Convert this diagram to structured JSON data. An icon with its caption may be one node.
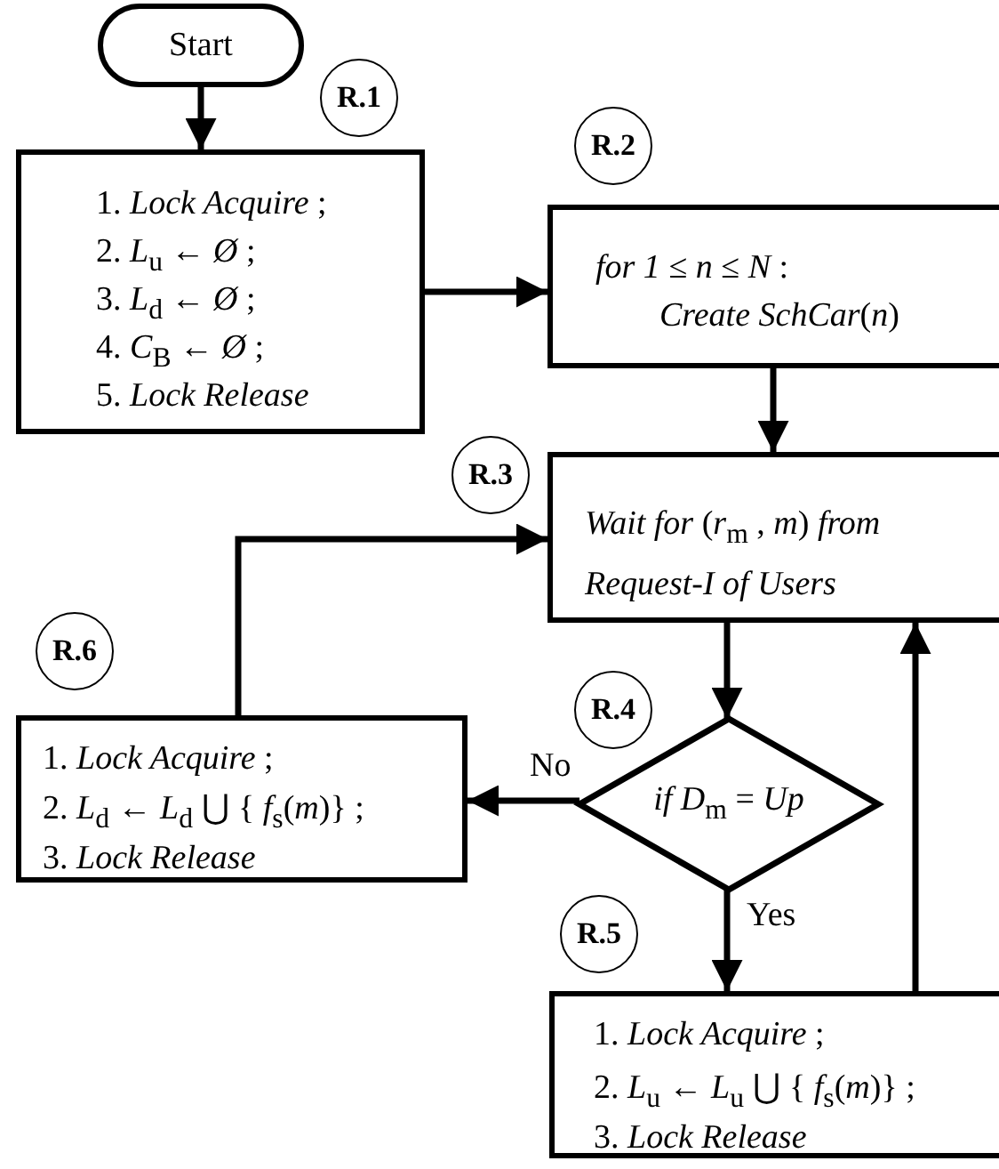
{
  "diagram": {
    "nodes": [
      {
        "text": [
          "Start"
        ]
      },
      {
        "text": [
          "R.1"
        ]
      },
      {
        "text": [
          "1. *Lock Acquire* ;",
          "2. *L*$_{u}$ ← *Ø* ;",
          "3. *L*$_{d}$ ← *Ø* ;",
          "4. *C*$_{B}$ ← *Ø* ;",
          "5. *Lock Release*"
        ]
      },
      {
        "text": [
          "R.2"
        ]
      },
      {
        "text": [
          "*for 1* ≤ *n* ≤ *N* :",
          "*Create SchCar*(*n*)"
        ]
      },
      {
        "text": [
          "R.3"
        ]
      },
      {
        "text": [
          "*Wait for* (*r*$_{m}$ , *m*) *from Request-I of Users*"
        ]
      },
      {
        "text": [
          "R.6"
        ]
      },
      {
        "text": [
          "R.4"
        ]
      },
      {
        "text": [
          "1. *Lock Acquire* ;",
          "2. *L*$_{d}$ ← *L*$_{d}$ ⋃ { *f*$_{s}$(*m*)} ;",
          "3. *Lock Release*"
        ]
      },
      {
        "text": [
          "*if D*$_{m}$ = *Up*"
        ]
      },
      {
        "text": [
          "R.5"
        ]
      },
      {
        "text": [
          "1. *Lock Acquire* ;",
          "2. *L*$_{u}$ ← *L*$_{u}$ ⋃ { *f*$_{s}$(*m*)} ;",
          "3. *Lock Release*"
        ]
      }
    ],
    "edges": [
      {
        "from": 0,
        "to": 2,
        "arrow": "to"
      },
      {
        "from": 2,
        "to": 4,
        "arrow": "to"
      },
      {
        "from": 4,
        "to": 6,
        "arrow": "to"
      },
      {
        "from": 6,
        "to": 10,
        "arrow": "to"
      },
      {
        "from": 10,
        "to": 9,
        "arrow": "to",
        "label": "No"
      },
      {
        "from": 10,
        "to": 12,
        "arrow": "to",
        "label": "Yes"
      },
      {
        "from": 9,
        "to": 6,
        "arrow": "to"
      },
      {
        "from": 12,
        "to": 6,
        "arrow": "to"
      }
    ]
  }
}
